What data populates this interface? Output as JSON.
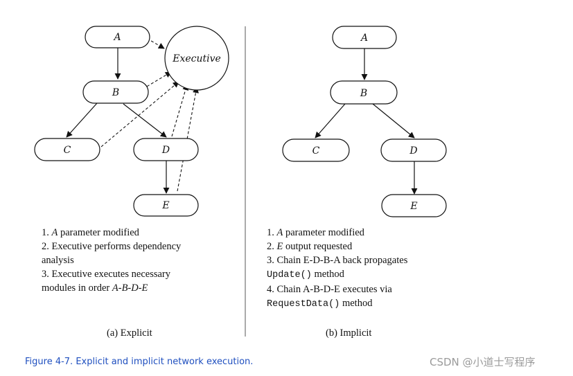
{
  "explicit": {
    "nodes": {
      "a": "A",
      "b": "B",
      "c": "C",
      "d": "D",
      "e": "E",
      "executive": "Executive"
    },
    "steps": [
      {
        "num": "1. ",
        "var": "A",
        "text": " parameter modified"
      },
      {
        "text": "2. Executive performs dependency"
      },
      {
        "text": "analysis"
      },
      {
        "text": "3. Executive executes necessary"
      },
      {
        "text": "modules in order ",
        "var": "A-B-D-E"
      }
    ],
    "caption": "(a) Explicit"
  },
  "implicit": {
    "nodes": {
      "a": "A",
      "b": "B",
      "c": "C",
      "d": "D",
      "e": "E"
    },
    "steps": [
      {
        "num": "1. ",
        "var": "A",
        "text": " parameter modified"
      },
      {
        "num": "2. ",
        "var": "E",
        "text": " output requested"
      },
      {
        "text": "3. Chain E-D-B-A back propagates"
      },
      {
        "mono": "Update()",
        "text": " method"
      },
      {
        "text": "4. Chain A-B-D-E executes via"
      },
      {
        "mono": "RequestData()",
        "text": " method"
      }
    ],
    "caption": "(b) Implicit"
  },
  "figure_caption": "Figure 4-7. Explicit and implicit network execution.",
  "watermark": "CSDN @小道士写程序"
}
